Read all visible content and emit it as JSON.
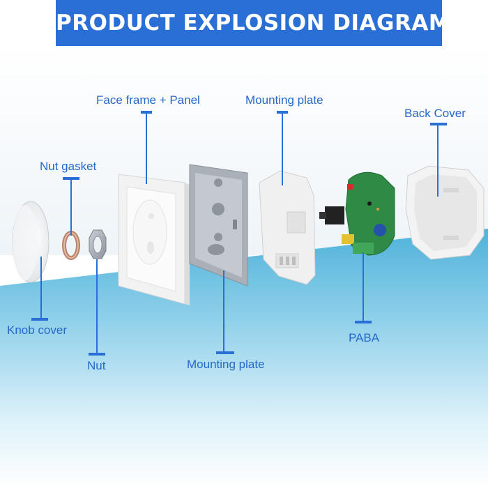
{
  "title": "PRODUCT EXPLOSION DIAGRAM",
  "colors": {
    "banner": "#2a6fd6",
    "label_text": "#2568c8",
    "leader_line": "#2a6fd6",
    "floor_top": "#58b8de",
    "floor_bottom": "#ffffff"
  },
  "parts": [
    {
      "id": "knob-cover",
      "label": "Knob cover"
    },
    {
      "id": "nut-gasket",
      "label": "Nut gasket"
    },
    {
      "id": "nut",
      "label": "Nut"
    },
    {
      "id": "face-frame-panel",
      "label": "Face frame + Panel"
    },
    {
      "id": "mounting-plate-metal",
      "label": "Mounting plate"
    },
    {
      "id": "mounting-plate-plastic",
      "label": "Mounting plate"
    },
    {
      "id": "paba",
      "label": "PABA"
    },
    {
      "id": "back-cover",
      "label": "Back Cover"
    }
  ]
}
